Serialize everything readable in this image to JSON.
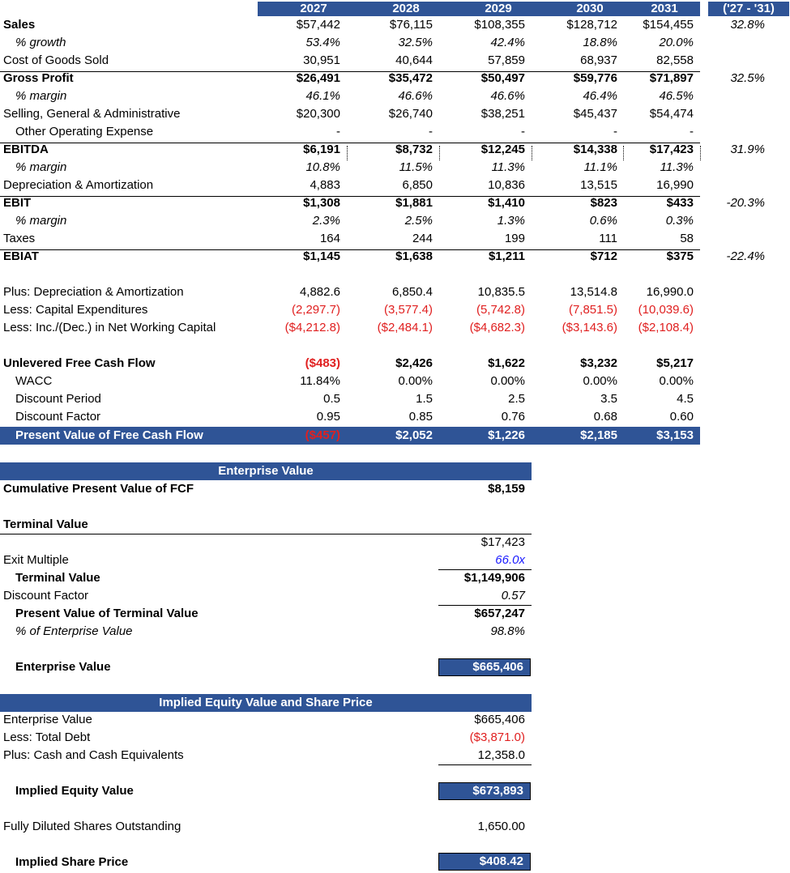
{
  "years": [
    "2027",
    "2028",
    "2029",
    "2030",
    "2031"
  ],
  "cagr_header": "('27 - '31)",
  "rows": {
    "sales": {
      "label": "Sales",
      "values": [
        "$57,442",
        "$76,115",
        "$108,355",
        "$128,712",
        "$154,455"
      ],
      "cagr": "32.8%"
    },
    "growth": {
      "label": "% growth",
      "values": [
        "53.4%",
        "32.5%",
        "42.4%",
        "18.8%",
        "20.0%"
      ]
    },
    "cogs": {
      "label": "Cost of Goods Sold",
      "values": [
        "30,951",
        "40,644",
        "57,859",
        "68,937",
        "82,558"
      ]
    },
    "gross_profit": {
      "label": "Gross Profit",
      "values": [
        "$26,491",
        "$35,472",
        "$50,497",
        "$59,776",
        "$71,897"
      ],
      "cagr": "32.5%"
    },
    "gross_margin": {
      "label": "% margin",
      "values": [
        "46.1%",
        "46.6%",
        "46.6%",
        "46.4%",
        "46.5%"
      ]
    },
    "sga": {
      "label": "Selling, General & Administrative",
      "values": [
        "$20,300",
        "$26,740",
        "$38,251",
        "$45,437",
        "$54,474"
      ]
    },
    "other_opex": {
      "label": "Other Operating Expense",
      "values": [
        "-",
        "-",
        "-",
        "-",
        "-"
      ]
    },
    "ebitda": {
      "label": "EBITDA",
      "values": [
        "$6,191",
        "$8,732",
        "$12,245",
        "$14,338",
        "$17,423"
      ],
      "cagr": "31.9%"
    },
    "ebitda_margin": {
      "label": "% margin",
      "values": [
        "10.8%",
        "11.5%",
        "11.3%",
        "11.1%",
        "11.3%"
      ]
    },
    "da": {
      "label": "Depreciation & Amortization",
      "values": [
        "4,883",
        "6,850",
        "10,836",
        "13,515",
        "16,990"
      ]
    },
    "ebit": {
      "label": "EBIT",
      "values": [
        "$1,308",
        "$1,881",
        "$1,410",
        "$823",
        "$433"
      ],
      "cagr": "-20.3%"
    },
    "ebit_margin": {
      "label": "% margin",
      "values": [
        "2.3%",
        "2.5%",
        "1.3%",
        "0.6%",
        "0.3%"
      ]
    },
    "taxes": {
      "label": "Taxes",
      "values": [
        "164",
        "244",
        "199",
        "111",
        "58"
      ]
    },
    "ebiat": {
      "label": "EBIAT",
      "values": [
        "$1,145",
        "$1,638",
        "$1,211",
        "$712",
        "$375"
      ],
      "cagr": "-22.4%"
    },
    "plus_da": {
      "label": "Plus: Depreciation & Amortization",
      "values": [
        "4,882.6",
        "6,850.4",
        "10,835.5",
        "13,514.8",
        "16,990.0"
      ]
    },
    "capex": {
      "label": "Less: Capital Expenditures",
      "values": [
        "(2,297.7)",
        "(3,577.4)",
        "(5,742.8)",
        "(7,851.5)",
        "(10,039.6)"
      ]
    },
    "nwc": {
      "label": "Less: Inc./(Dec.) in Net Working Capital",
      "values": [
        "($4,212.8)",
        "($2,484.1)",
        "($4,682.3)",
        "($3,143.6)",
        "($2,108.4)"
      ]
    },
    "ufcf": {
      "label": "Unlevered Free Cash Flow",
      "values": [
        "($483)",
        "$2,426",
        "$1,622",
        "$3,232",
        "$5,217"
      ]
    },
    "wacc": {
      "label": "WACC",
      "values": [
        "11.84%",
        "0.00%",
        "0.00%",
        "0.00%",
        "0.00%"
      ]
    },
    "discount_period": {
      "label": "Discount Period",
      "values": [
        "0.5",
        "1.5",
        "2.5",
        "3.5",
        "4.5"
      ]
    },
    "discount_factor": {
      "label": "Discount Factor",
      "values": [
        "0.95",
        "0.85",
        "0.76",
        "0.68",
        "0.60"
      ]
    },
    "pv_fcf": {
      "label": "Present Value of Free Cash Flow",
      "values": [
        "($457)",
        "$2,052",
        "$1,226",
        "$2,185",
        "$3,153"
      ]
    }
  },
  "enterprise_value_section": {
    "title": "Enterprise Value",
    "cum_pv_label": "Cumulative Present Value of FCF",
    "cum_pv_value": "$8,159",
    "terminal_title": "Terminal Value",
    "terminal_ebitda": "$17,423",
    "exit_multiple_label": "Exit Multiple",
    "exit_multiple_value": "66.0x",
    "terminal_value_label": "Terminal Value",
    "terminal_value_value": "$1,149,906",
    "discount_factor_label": "Discount Factor",
    "discount_factor_value": "0.57",
    "pv_tv_label": "Present Value of Terminal Value",
    "pv_tv_value": "$657,247",
    "pct_ev_label": "% of Enterprise Value",
    "pct_ev_value": "98.8%",
    "ev_label": "Enterprise Value",
    "ev_value": "$665,406"
  },
  "equity_section": {
    "title": "Implied Equity Value and Share Price",
    "ev_label": "Enterprise Value",
    "ev_value": "$665,406",
    "debt_label": "Less: Total Debt",
    "debt_value": "($3,871.0)",
    "cash_label": "Plus: Cash and Cash Equivalents",
    "cash_value": "12,358.0",
    "equity_label": "Implied Equity Value",
    "equity_value": "$673,893",
    "shares_label": "Fully Diluted Shares Outstanding",
    "shares_value": "1,650.00",
    "price_label": "Implied Share Price",
    "price_value": "$408.42"
  },
  "colors": {
    "band": "#2f5496",
    "negative": "#e02020",
    "input": "#1a1aff"
  }
}
